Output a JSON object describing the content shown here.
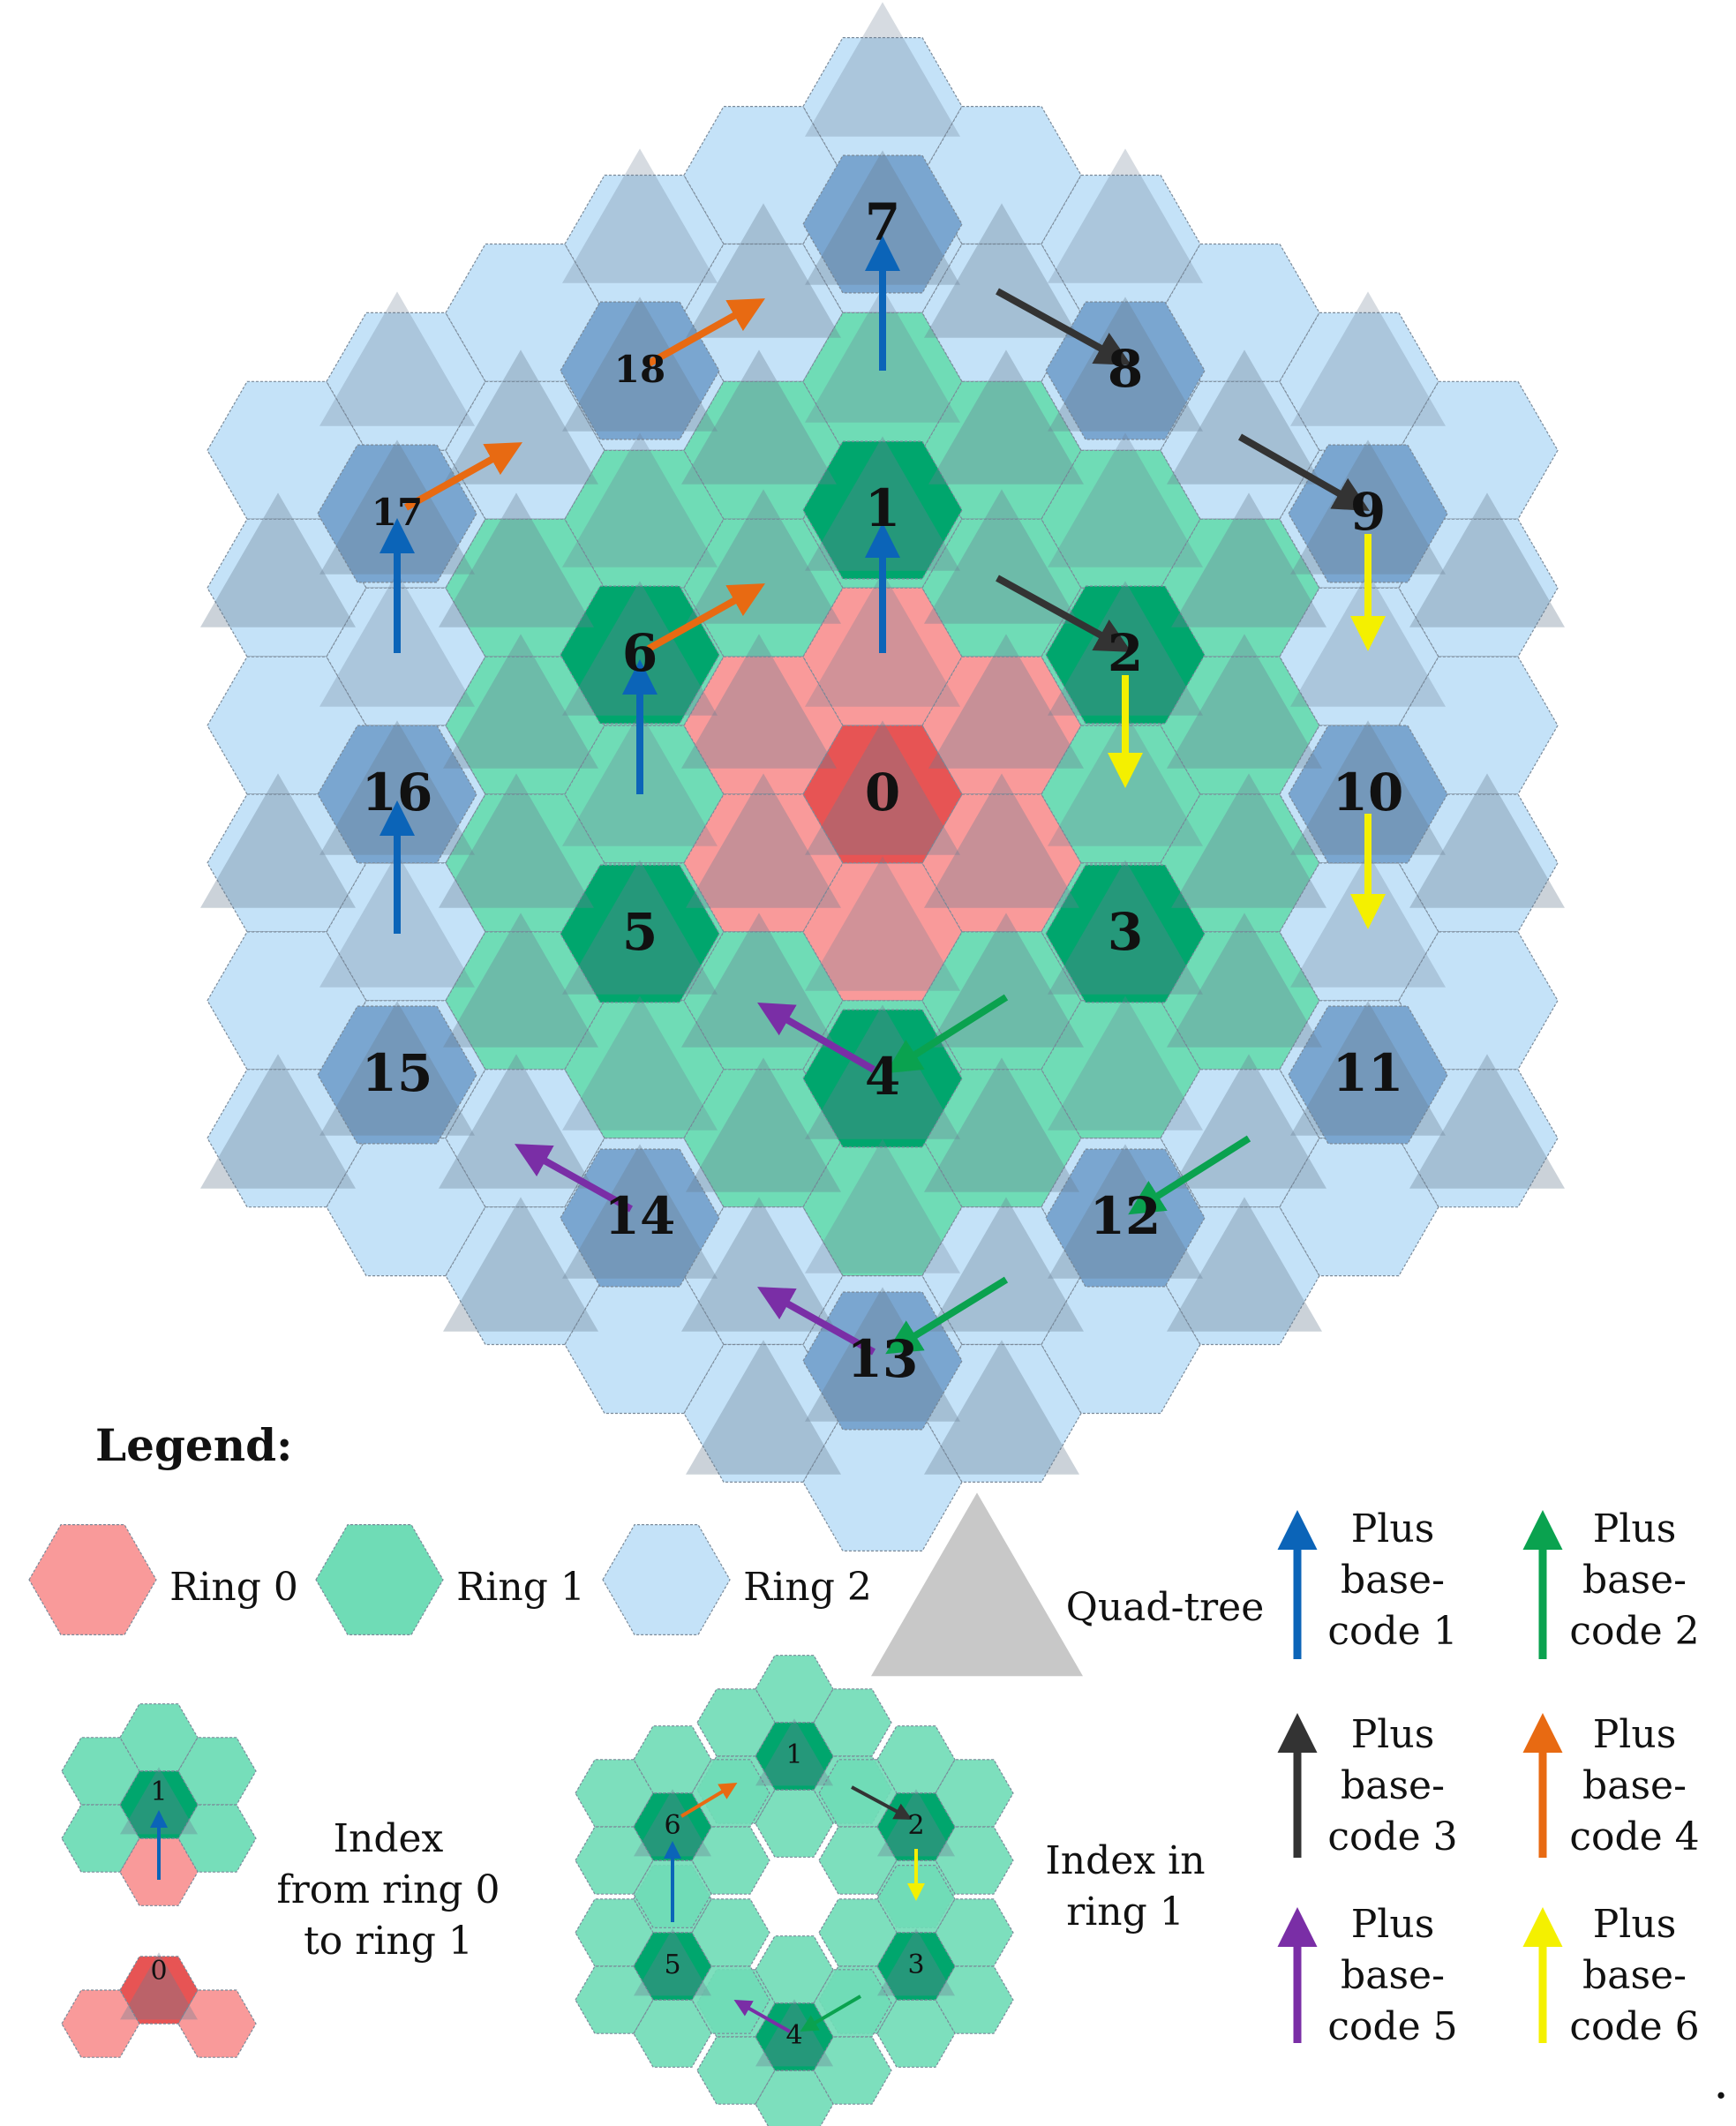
{
  "diagram": {
    "center_label": "0",
    "ring1_labels": [
      "1",
      "2",
      "3",
      "4",
      "5",
      "6"
    ],
    "ring2_labels": [
      "7",
      "8",
      "9",
      "10",
      "11",
      "12",
      "13",
      "14",
      "15",
      "16",
      "17",
      "18"
    ],
    "colors": {
      "ring0": "#f99a9a",
      "ring0_center": "#e75454",
      "ring1": "#6fdcb6",
      "ring1_center": "#00a66d",
      "ring2": "#c4e2f8",
      "ring2_center": "#7aa6d0",
      "quad_tree": "#c8c8c8",
      "basecode1": "#0b64b8",
      "basecode2": "#0aa24f",
      "basecode3": "#333333",
      "basecode4": "#e86a12",
      "basecode5": "#7a2ea6",
      "basecode6": "#f4f000"
    }
  },
  "legend": {
    "title": "Legend:",
    "ring0": "Ring 0",
    "ring1": "Ring 1",
    "ring2": "Ring 2",
    "quad_tree": "Quad-tree",
    "arrows": [
      {
        "line1": "Plus",
        "line2": "base-",
        "line3": "code 1",
        "color": "#0b64b8"
      },
      {
        "line1": "Plus",
        "line2": "base-",
        "line3": "code 2",
        "color": "#0aa24f"
      },
      {
        "line1": "Plus",
        "line2": "base-",
        "line3": "code 3",
        "color": "#333333"
      },
      {
        "line1": "Plus",
        "line2": "base-",
        "line3": "code 4",
        "color": "#e86a12"
      },
      {
        "line1": "Plus",
        "line2": "base-",
        "line3": "code 5",
        "color": "#7a2ea6"
      },
      {
        "line1": "Plus",
        "line2": "base-",
        "line3": "code 6",
        "color": "#f4f000"
      }
    ],
    "inset_a": {
      "line1": "Index",
      "line2": "from ring 0",
      "line3": "to ring 1",
      "labels": [
        "1",
        "0"
      ]
    },
    "inset_b": {
      "line1": "Index in",
      "line2": "ring 1",
      "labels": [
        "1",
        "2",
        "3",
        "4",
        "5",
        "6"
      ]
    },
    "trailing_mark": "."
  }
}
